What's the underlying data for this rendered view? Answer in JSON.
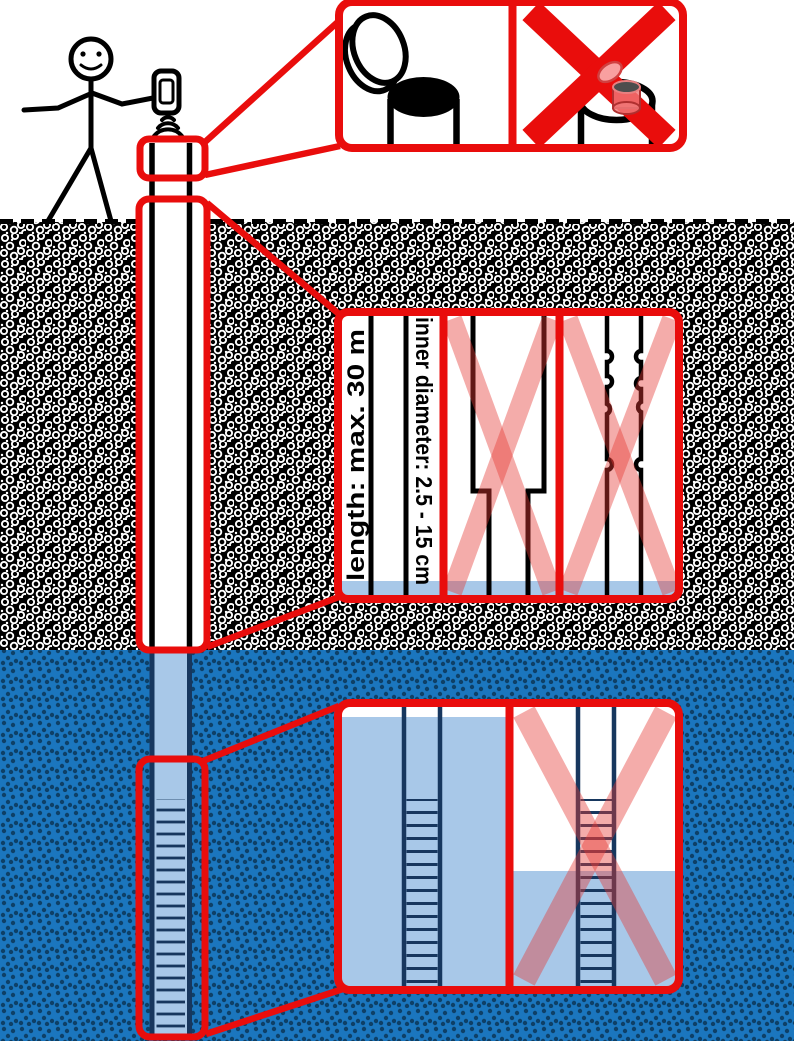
{
  "diagram": {
    "description": "Instructional diagram: measuring the water level in a groundwater well pipe with a smartphone",
    "labels": {
      "pipe_length": "length: max. 30 m",
      "pipe_inner_diameter": "inner diameter: 2.5 - 15 cm"
    },
    "colors": {
      "callout_red": "#E90D0C",
      "prohibition_x_solid": "#E90D0C",
      "prohibition_x_translucent": "rgba(229,57,53,0.42)",
      "shallow_water_fill": "#A8C8E8",
      "deep_water_background": "#1B76BE",
      "deep_water_dot": "#0D3C60",
      "soil_black": "#000000",
      "pipe_wall_dark": "#17375E"
    },
    "icons": [
      "stick-figure",
      "smartphone-icon",
      "sonar-waves-icon",
      "well-pipe",
      "open-well-cap-icon",
      "capped-sounding-tube-prohibited-icon",
      "prohibition-x-icon",
      "stepped-pipe-prohibited-icon",
      "rough-pipe-prohibited-icon",
      "well-screen-submerged-icon",
      "well-screen-above-water-prohibited-icon"
    ]
  }
}
